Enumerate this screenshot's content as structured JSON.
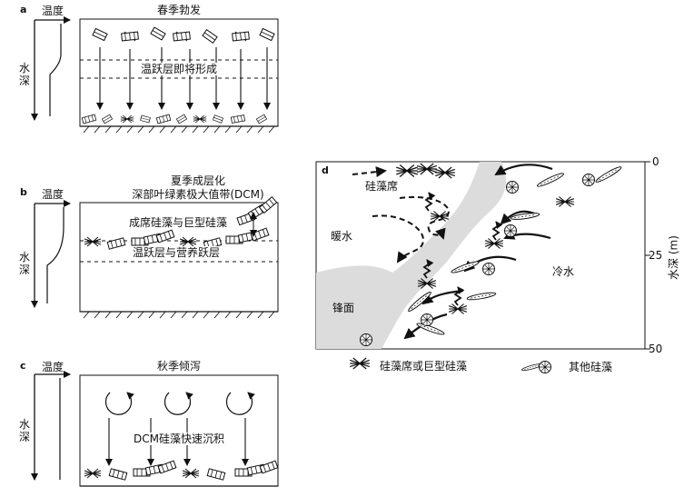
{
  "panel_a": {
    "letter": "a",
    "temp_label": "温度",
    "depth_label": "水深",
    "title": "春季勃发",
    "note": "温跃层即将形成"
  },
  "panel_b": {
    "letter": "b",
    "temp_label": "温度",
    "depth_label": "水深",
    "title_line1": "夏季成层化",
    "title_line2": "深部叶绿素极大值带(DCM)",
    "note1": "成席硅藻与巨型硅藻",
    "note2": "温跃层与营养跃层"
  },
  "panel_c": {
    "letter": "c",
    "temp_label": "温度",
    "depth_label": "水深",
    "title": "秋季倾泻",
    "note": "DCM硅藻快速沉积"
  },
  "panel_d": {
    "letter": "d",
    "mat_label": "硅藻席",
    "warm_label": "暖水",
    "cold_label": "冷水",
    "front_label": "锋面",
    "depth_ticks": [
      "0",
      "25",
      "50"
    ],
    "axis_title": "水深 (m)",
    "legend_mat": "硅藻席或巨型硅藻",
    "legend_other": "其他硅藻"
  },
  "colors": {
    "front_fill": "#dcdcdc",
    "line": "#111111"
  }
}
